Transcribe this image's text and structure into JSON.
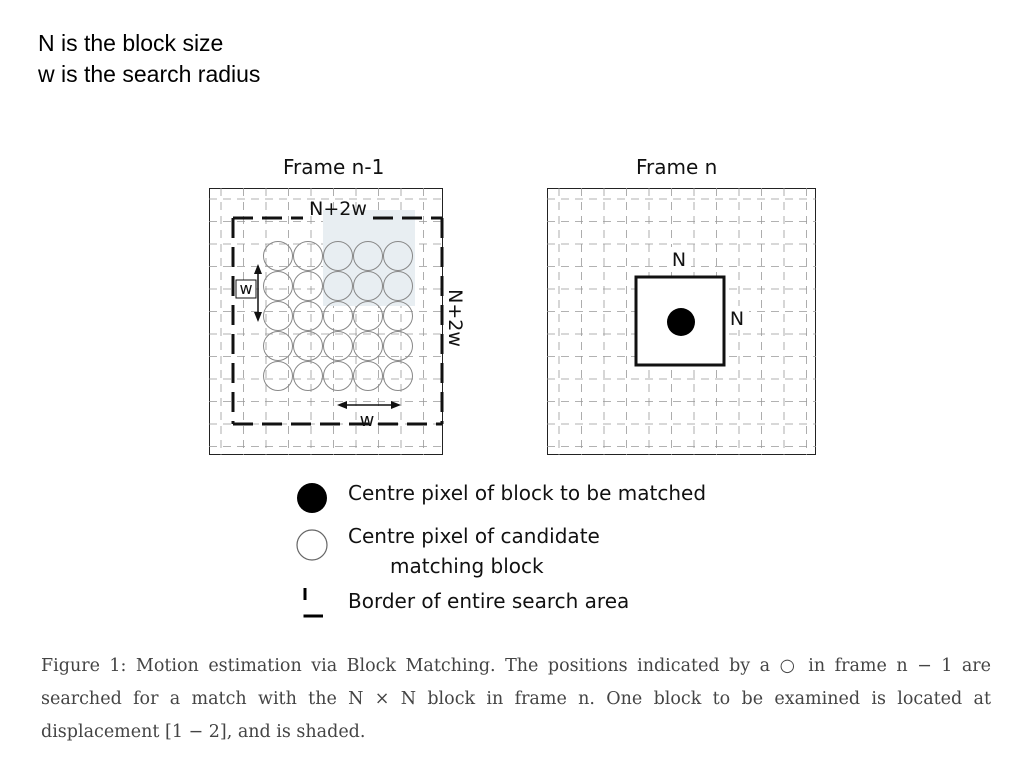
{
  "notes": {
    "line1": "N is the block size",
    "line2": "w is the search radius"
  },
  "frames": {
    "left_title": "Frame n-1",
    "right_title": "Frame n"
  },
  "left_panel": {
    "top_label": "N+2w",
    "side_label": "N+2w",
    "w_vertical_label": "w",
    "w_horizontal_label": "w"
  },
  "right_panel": {
    "n_top_label": "N",
    "n_side_label": "N"
  },
  "legend": {
    "filled": "Centre pixel of block to be matched",
    "hollow_line1": "Centre pixel of candidate",
    "hollow_line2": "matching block",
    "border": "Border of entire search area"
  },
  "caption": "Figure 1: Motion estimation via Block Matching. The positions indicated by a ○ in frame n − 1 are searched for a match with the N × N block in frame n. One block to be examined is located at displacement [1 − 2], and is shaded."
}
